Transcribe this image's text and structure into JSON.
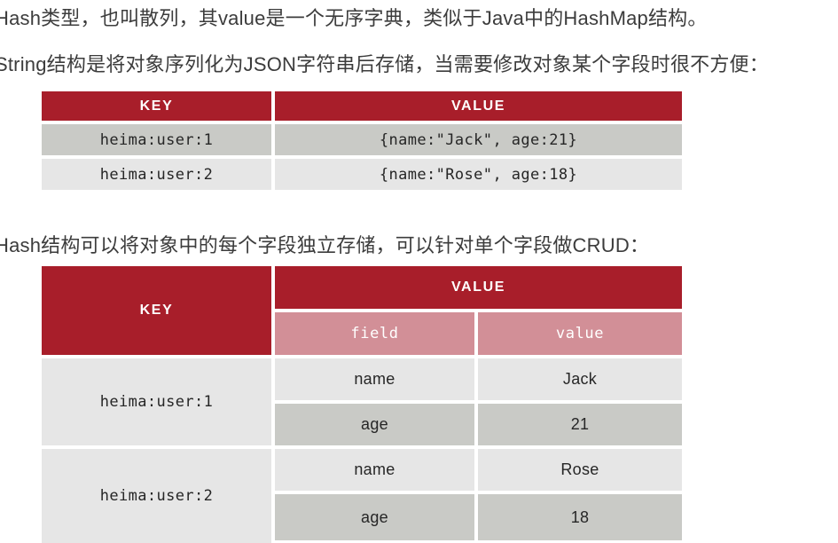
{
  "paragraphs": {
    "line1": "Hash类型，也叫散列，其value是一个无序字典，类似于Java中的HashMap结构。",
    "line2": "String结构是将对象序列化为JSON字符串后存储，当需要修改对象某个字段时很不方便：",
    "line3": "Hash结构可以将对象中的每个字段独立存储，可以针对单个字段做CRUD："
  },
  "colors": {
    "header_red": "#a81e2a",
    "subheader_pink": "#d28f97",
    "row_light": "#e6e6e6",
    "row_dark": "#c9cac6",
    "text": "#262626",
    "page_bg": "#ffffff"
  },
  "table_string": {
    "headers": [
      "KEY",
      "VALUE"
    ],
    "rows": [
      {
        "key": "heima:user:1",
        "value": "{name:\"Jack\", age:21}"
      },
      {
        "key": "heima:user:2",
        "value": "{name:\"Rose\", age:18}"
      }
    ]
  },
  "table_hash": {
    "key_header": "KEY",
    "value_header": "VALUE",
    "sub_headers": [
      "field",
      "value"
    ],
    "groups": [
      {
        "key": "heima:user:1",
        "entries": [
          {
            "field": "name",
            "value": "Jack"
          },
          {
            "field": "age",
            "value": "21"
          }
        ]
      },
      {
        "key": "heima:user:2",
        "entries": [
          {
            "field": "name",
            "value": "Rose"
          },
          {
            "field": "age",
            "value": "18"
          }
        ]
      }
    ]
  }
}
